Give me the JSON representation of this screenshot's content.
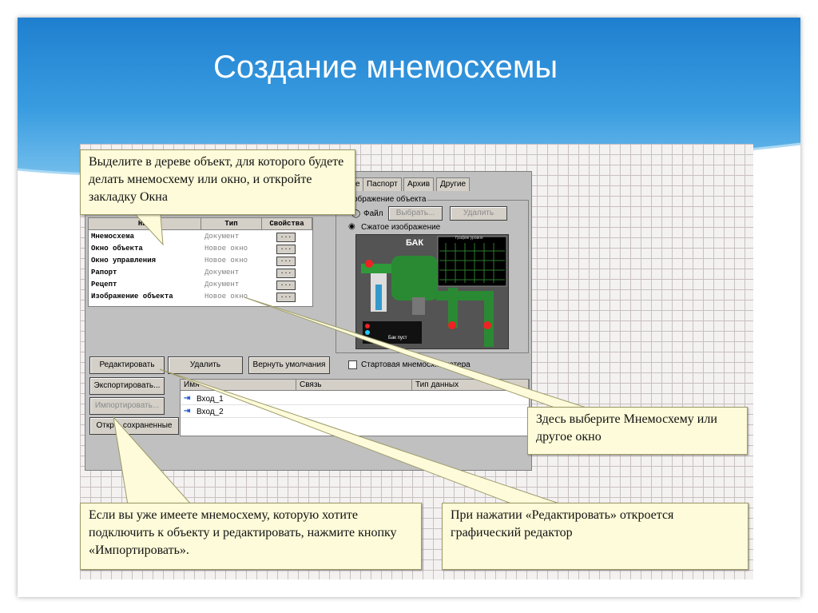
{
  "slide": {
    "title": "Создание мнемосхемы"
  },
  "app": {
    "tabs": [
      "е",
      "Паспорт",
      "Архив",
      "Другие"
    ],
    "tree": {
      "headers": [
        "Наз",
        "Тип",
        "Свойства"
      ],
      "rows": [
        {
          "name": "Мнемосхема",
          "type": "Документ",
          "button": "..."
        },
        {
          "name": "Окно объекта",
          "type": "Новое окно",
          "button": "..."
        },
        {
          "name": "Окно управления",
          "type": "Новое окно",
          "button": "..."
        },
        {
          "name": "Рапорт",
          "type": "Документ",
          "button": "..."
        },
        {
          "name": "Рецепт",
          "type": "Документ",
          "button": "..."
        },
        {
          "name": "Изображение объекта",
          "type": "Новое окно",
          "button": "..."
        }
      ]
    },
    "image_group": {
      "title": "ображение объекта",
      "file_label": "Файл",
      "browse_button": "Выбрать...",
      "delete_button": "Удалить",
      "compressed_label": "Сжатое изображение",
      "preview_title": "БАК",
      "preview_chart_title": "График уровня",
      "preview_alarm_text": "Бак пуст"
    },
    "buttons": {
      "edit": "Редактировать",
      "delete": "Удалить",
      "restore_defaults": "Вернуть умолчания",
      "export": "Экспортировать...",
      "import": "Импортировать...",
      "open_saved": "Откр... сохраненные"
    },
    "startup_checkbox_label": "Стартовая мнемосх... ьютера",
    "params": {
      "headers": [
        "Имя",
        "Связь",
        "Тип данных"
      ],
      "rows": [
        "Вход_1",
        "Вход_2"
      ]
    }
  },
  "callouts": {
    "tree_hint": "Выделите в дереве объект, для которого будете делать мнемосхему или окно, и откройте закладку Окна",
    "select_hint": "Здесь выберите Мнемосхему или другое окно",
    "import_hint": "Если вы уже имеете мнемосхему, которую хотите подключить к объекту и редактировать, нажмите кнопку «Импортировать».",
    "edit_hint": "При нажатии «Редактировать» откроется графический редактор"
  },
  "colors": {
    "header_blue": "#1f7fd0",
    "callout_fill": "#fdfbd9",
    "window_gray": "#c0c0c0"
  }
}
